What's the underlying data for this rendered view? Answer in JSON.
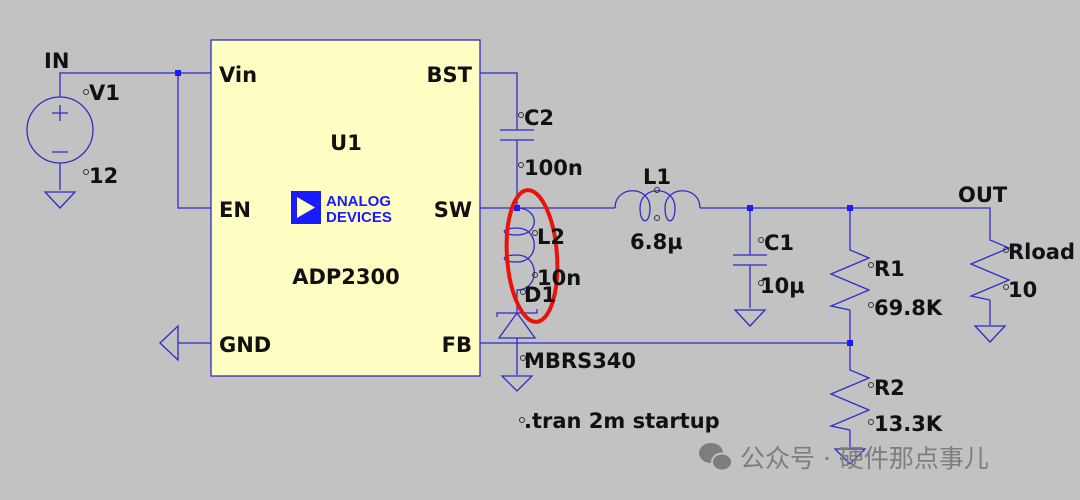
{
  "schematic": {
    "ic": {
      "ref": "U1",
      "part": "ADP2300",
      "logo_line1": "ANALOG",
      "logo_line2": "DEVICES",
      "pins": {
        "vin": "Vin",
        "en": "EN",
        "gnd": "GND",
        "bst": "BST",
        "sw": "SW",
        "fb": "FB"
      }
    },
    "nets": {
      "in": "IN",
      "out": "OUT"
    },
    "v1": {
      "ref": "V1",
      "value": "12"
    },
    "c2": {
      "ref": "C2",
      "value": "100n"
    },
    "l1": {
      "ref": "L1",
      "value": "6.8µ"
    },
    "l2": {
      "ref": "L2",
      "value": "10n"
    },
    "d1": {
      "ref": "D1",
      "value": "MBRS340"
    },
    "c1": {
      "ref": "C1",
      "value": "10µ"
    },
    "r1": {
      "ref": "R1",
      "value": "69.8K"
    },
    "r2": {
      "ref": "R2",
      "value": "13.3K"
    },
    "rload": {
      "ref": "Rload",
      "value": "10"
    },
    "directive": ".tran 2m startup",
    "highlight_color": "#e8140c",
    "wire_color": "#2d2dc8"
  },
  "watermark": {
    "text": "公众号 · 硬件那点事儿",
    "icon": "wechat-icon"
  }
}
